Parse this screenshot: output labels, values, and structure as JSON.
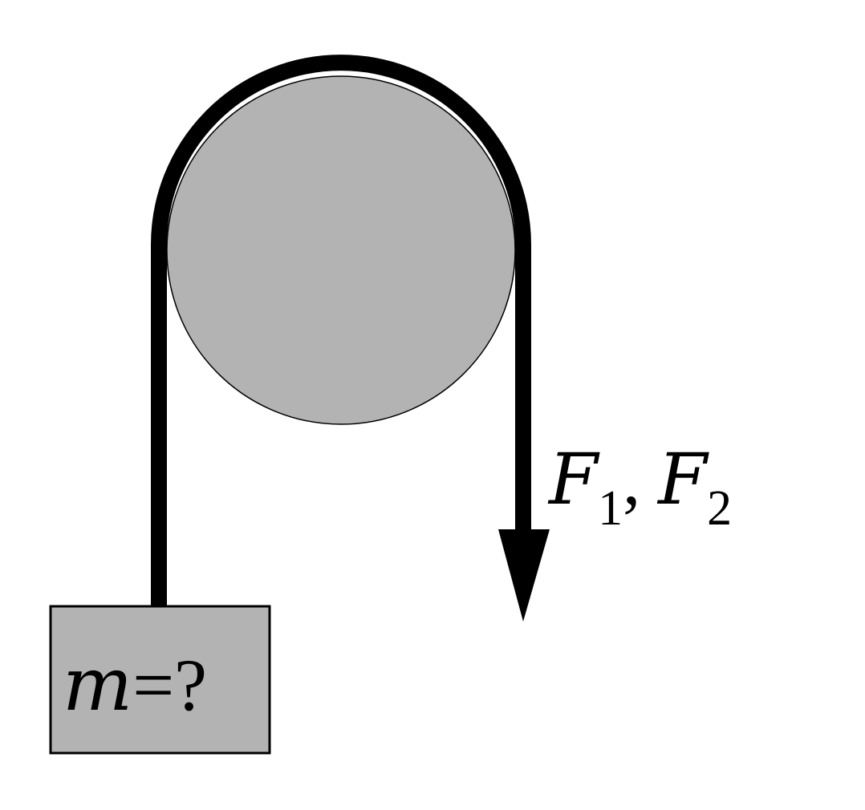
{
  "diagram": {
    "type": "pulley",
    "mass_label": {
      "var": "m",
      "op": "=",
      "value": "?"
    },
    "force_label": {
      "f1_var": "F",
      "f1_sub": "1",
      "sep": ",",
      "f2_var": "F",
      "f2_sub": "2"
    },
    "colors": {
      "pulley_fill": "#b3b3b3",
      "block_fill": "#b3b3b3",
      "rope": "#000000"
    }
  }
}
